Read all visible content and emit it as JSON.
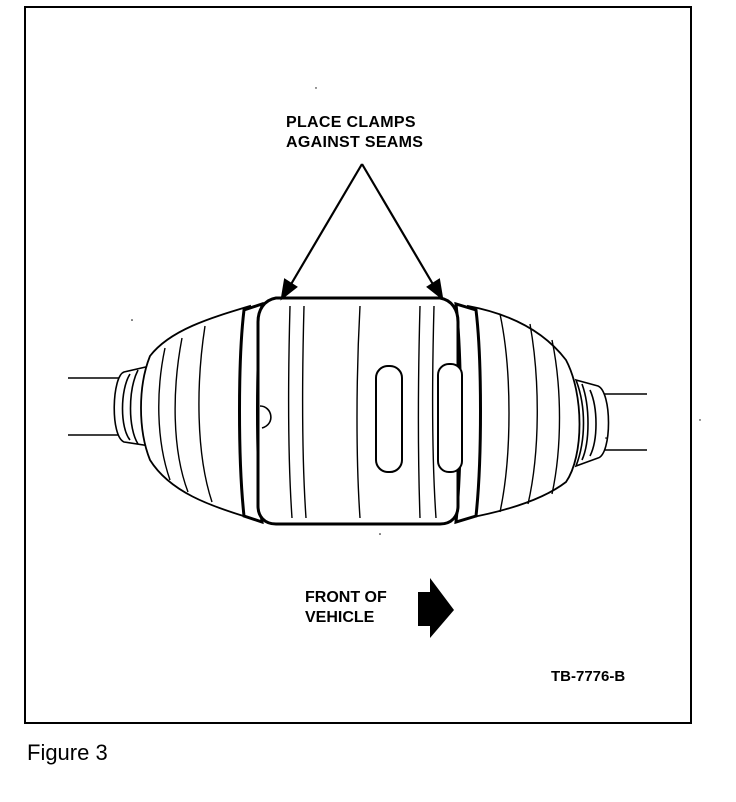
{
  "figure": {
    "callout_line1": "PLACE CLAMPS",
    "callout_line2": "AGAINST SEAMS",
    "front_line1": "FRONT OF",
    "front_line2": "VEHICLE",
    "code": "TB-7776-B",
    "caption": "Figure 3"
  }
}
